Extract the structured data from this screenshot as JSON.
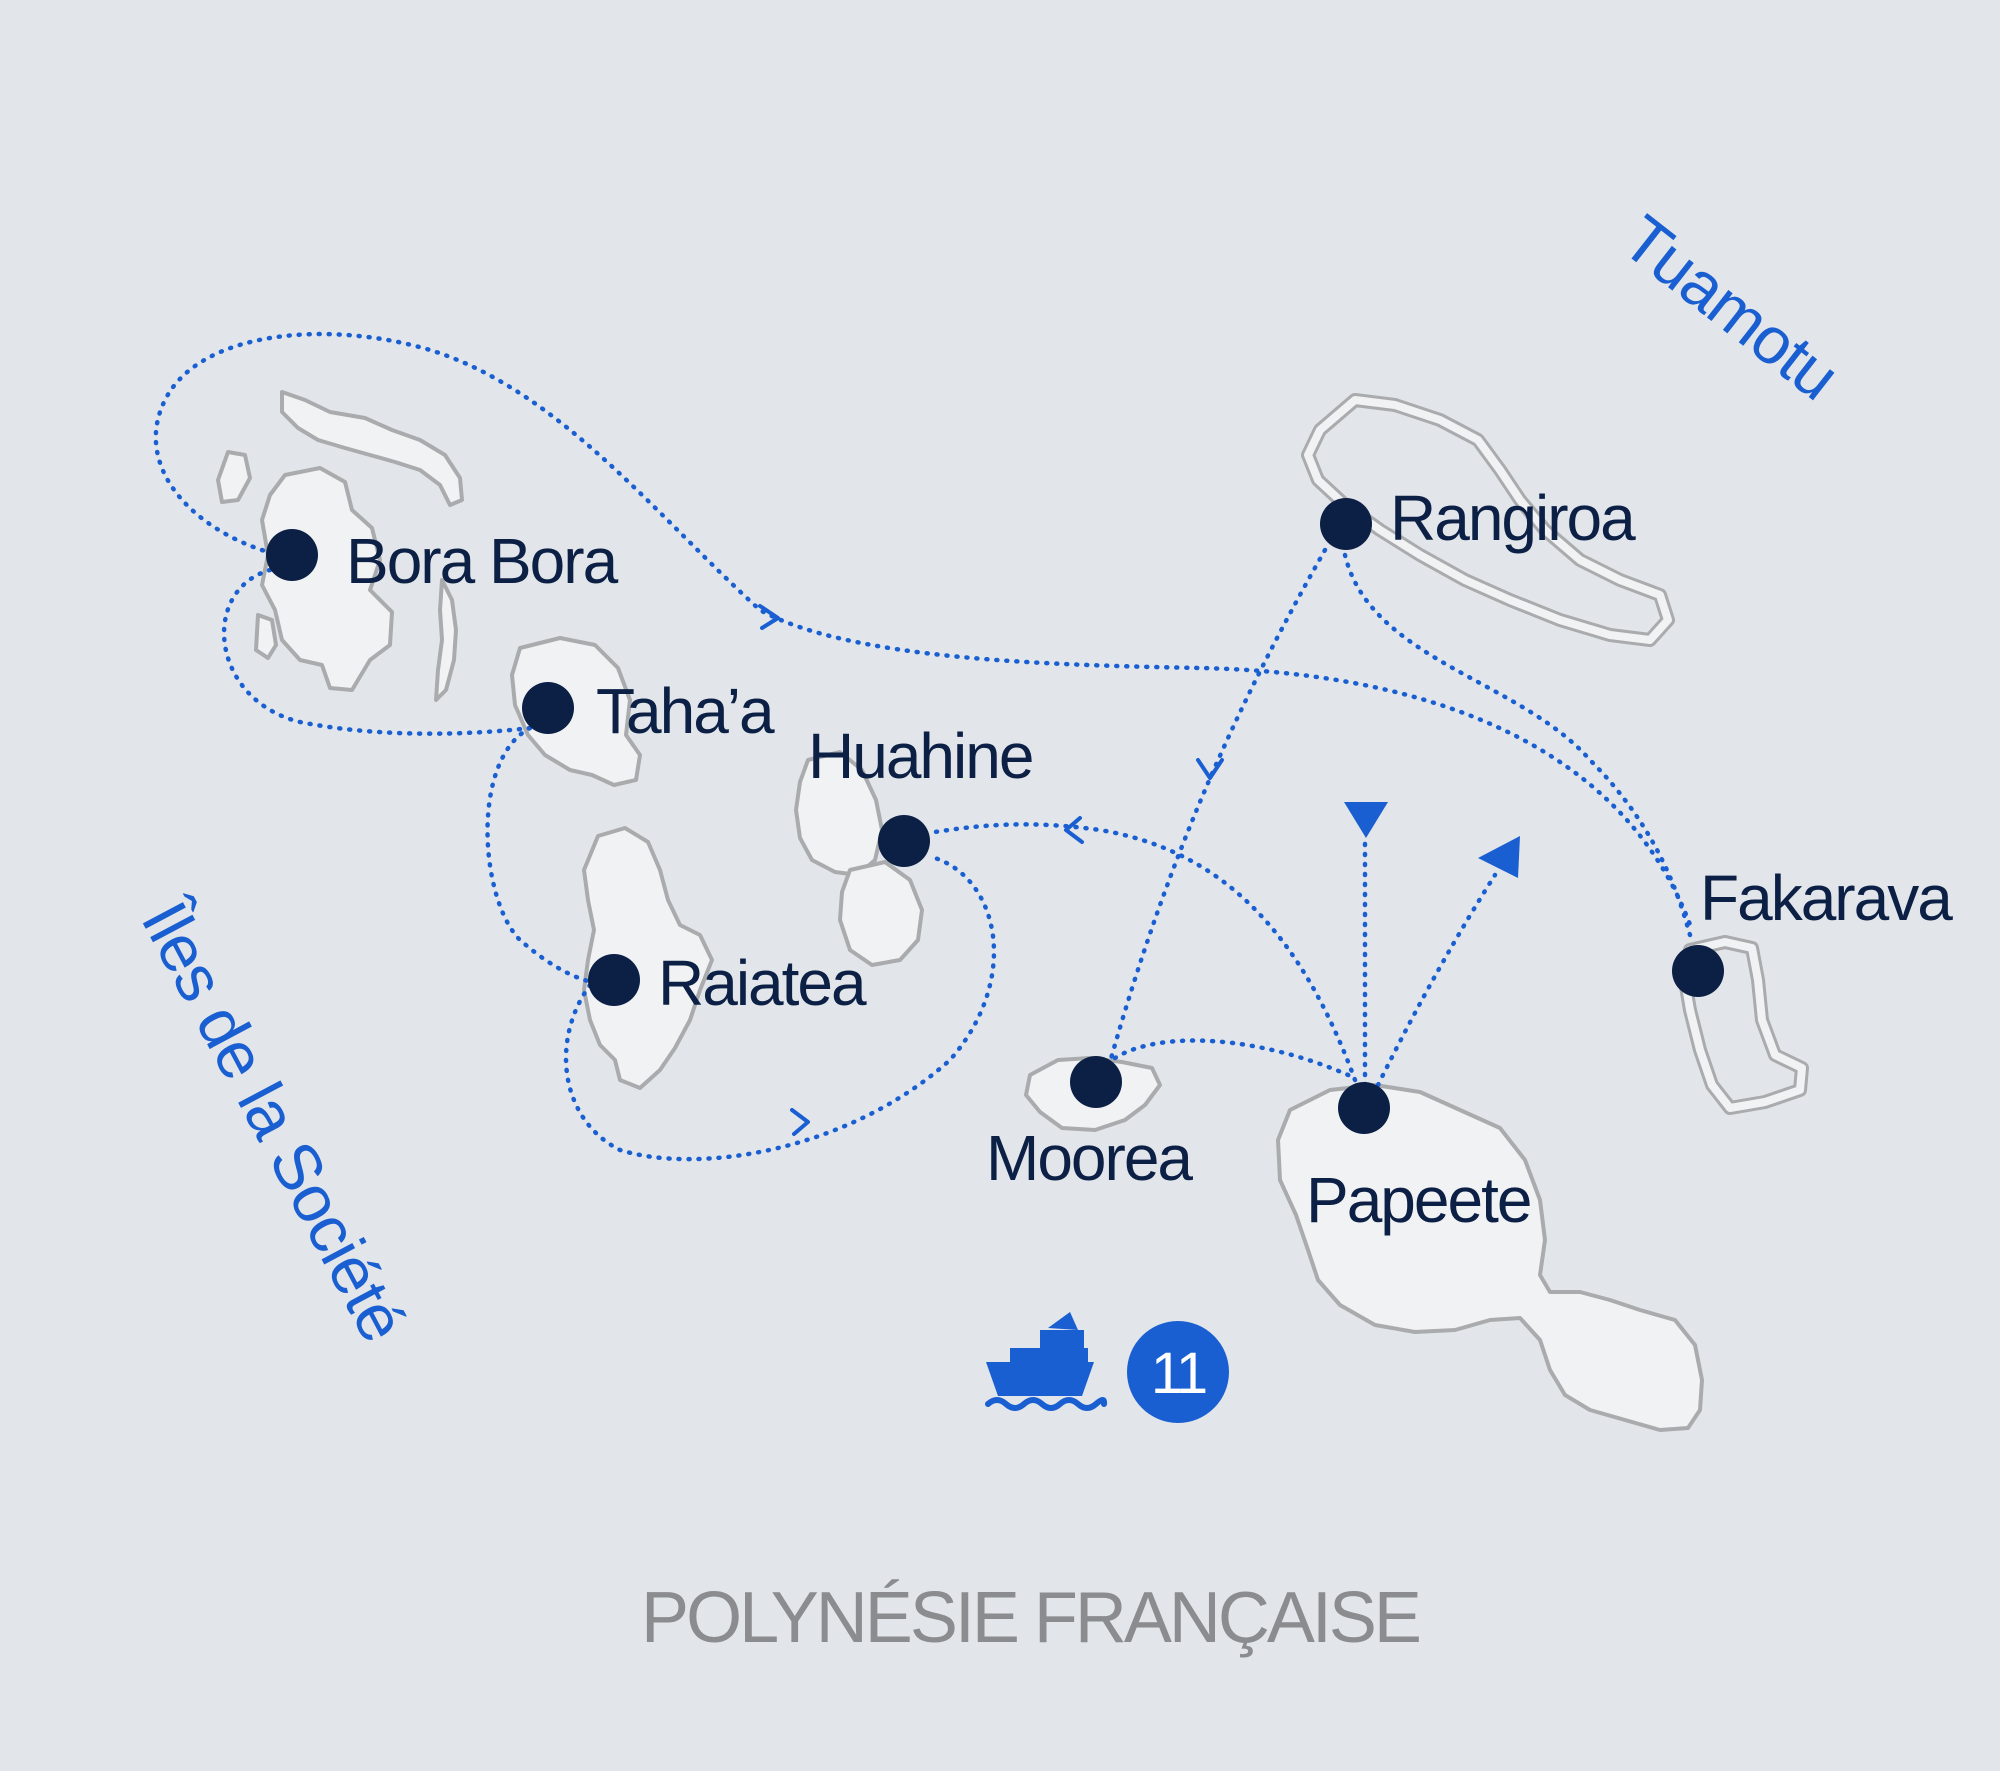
{
  "map": {
    "country": "POLYNÉSIE FRANÇAISE",
    "regions": {
      "tuamotu": "Tuamotu",
      "societe": "Îles de la Société"
    },
    "ports": {
      "bora_bora": "Bora Bora",
      "tahaa": "Taha’a",
      "huahine": "Huahine",
      "raiatea": "Raiatea",
      "rangiroa": "Rangiroa",
      "fakarava": "Fakarava",
      "moorea": "Moorea",
      "papeete": "Papeete"
    },
    "cruise": {
      "icon": "cruise-ship-icon",
      "nights": "11"
    },
    "colors": {
      "sea": "#e2e6ea",
      "land": "#f1f2f3",
      "route": "#1a5fd1",
      "port": "#0c1f45",
      "country_text": "#8a8c8f"
    }
  }
}
